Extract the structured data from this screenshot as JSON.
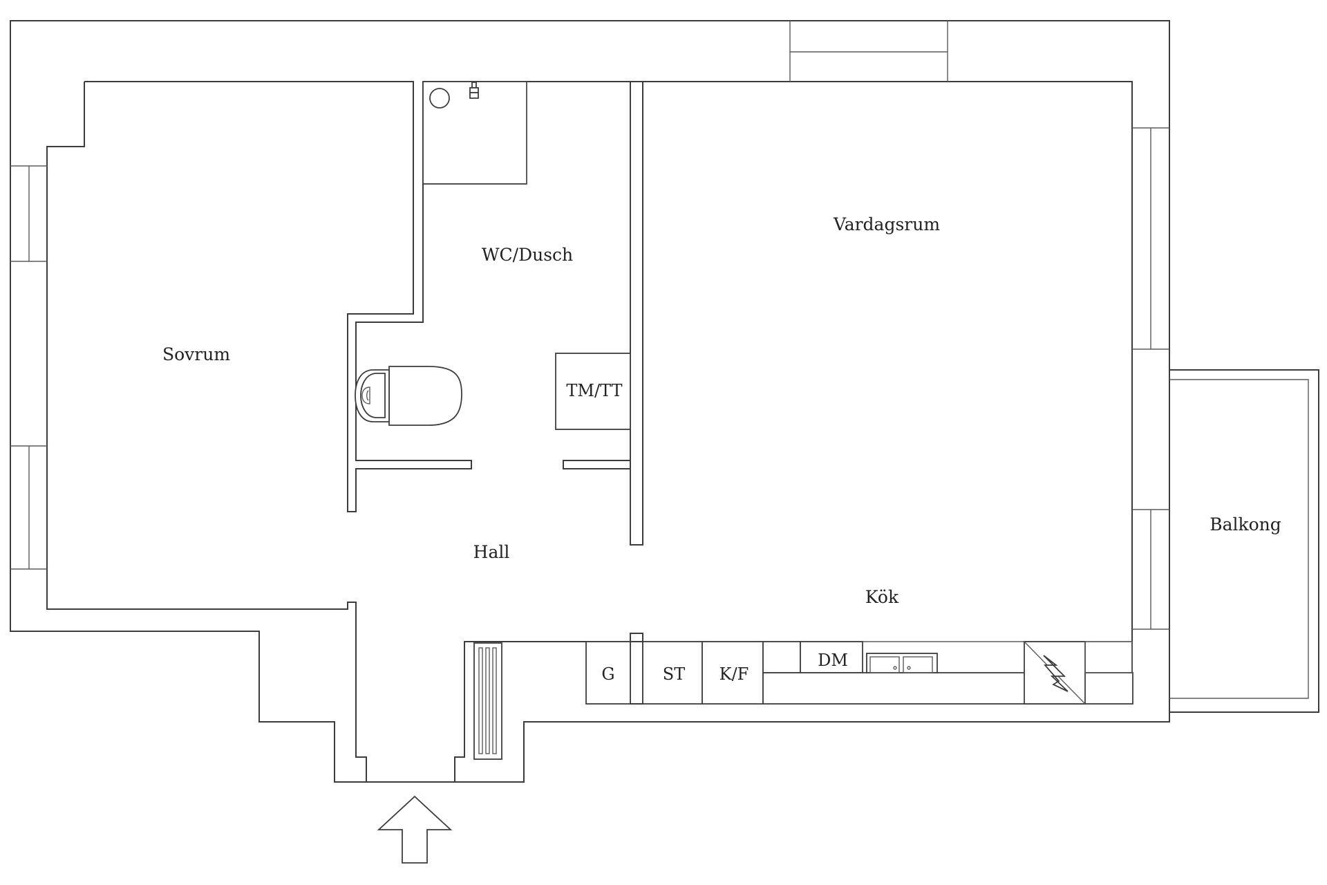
{
  "rooms": {
    "sovrum": "Sovrum",
    "wc_dusch": "WC/Dusch",
    "vardagsrum": "Vardagsrum",
    "hall": "Hall",
    "kok": "Kök",
    "balkong": "Balkong"
  },
  "fixtures": {
    "tm_tt": "TM/TT",
    "g": "G",
    "st": "ST",
    "kf": "K/F",
    "dm": "DM"
  },
  "icons": {
    "entrance": "entrance-arrow-icon",
    "toilet": "toilet-icon",
    "shower": "shower-icon",
    "sink": "sink-icon",
    "radiator": "radiator-icon",
    "stove": "stove-icon"
  }
}
